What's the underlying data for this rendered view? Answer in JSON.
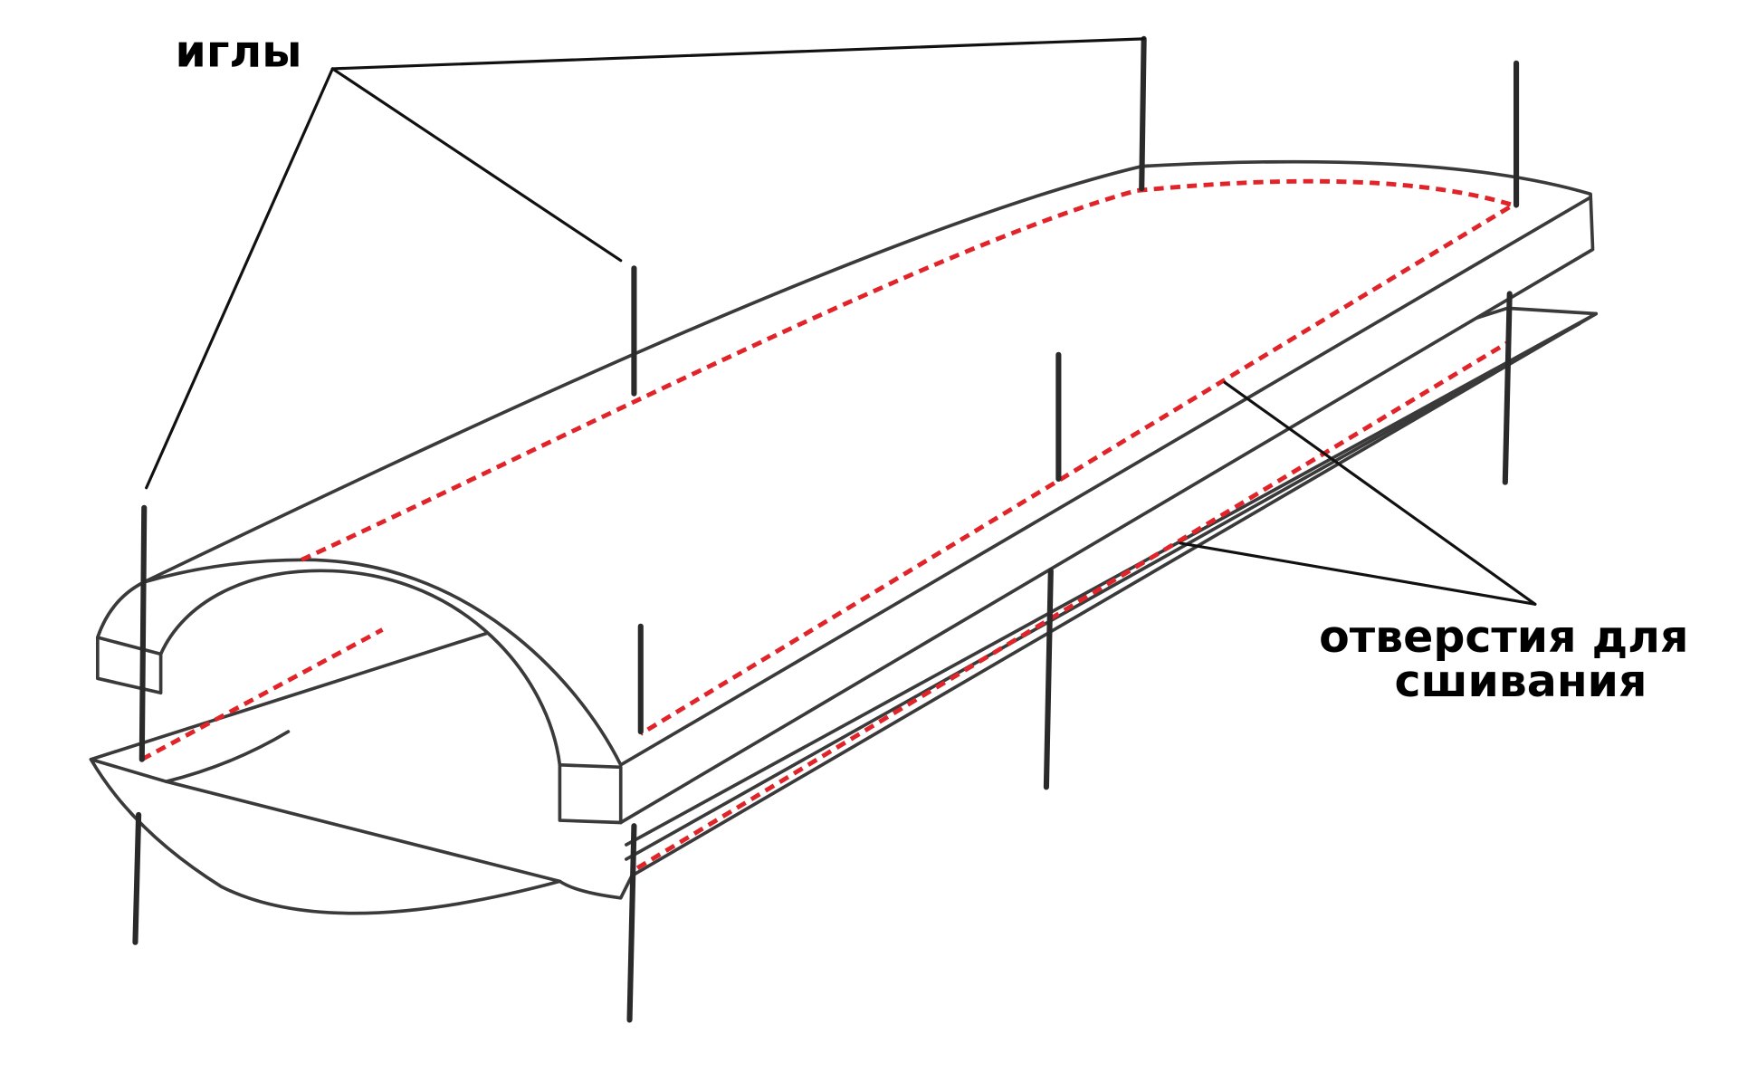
{
  "labels": {
    "needles": "иглы",
    "holes_line1": "отверстия для",
    "holes_line2": "сшивания"
  },
  "colors": {
    "stitch": "#e0242a",
    "outline": "#3a3a3a"
  }
}
